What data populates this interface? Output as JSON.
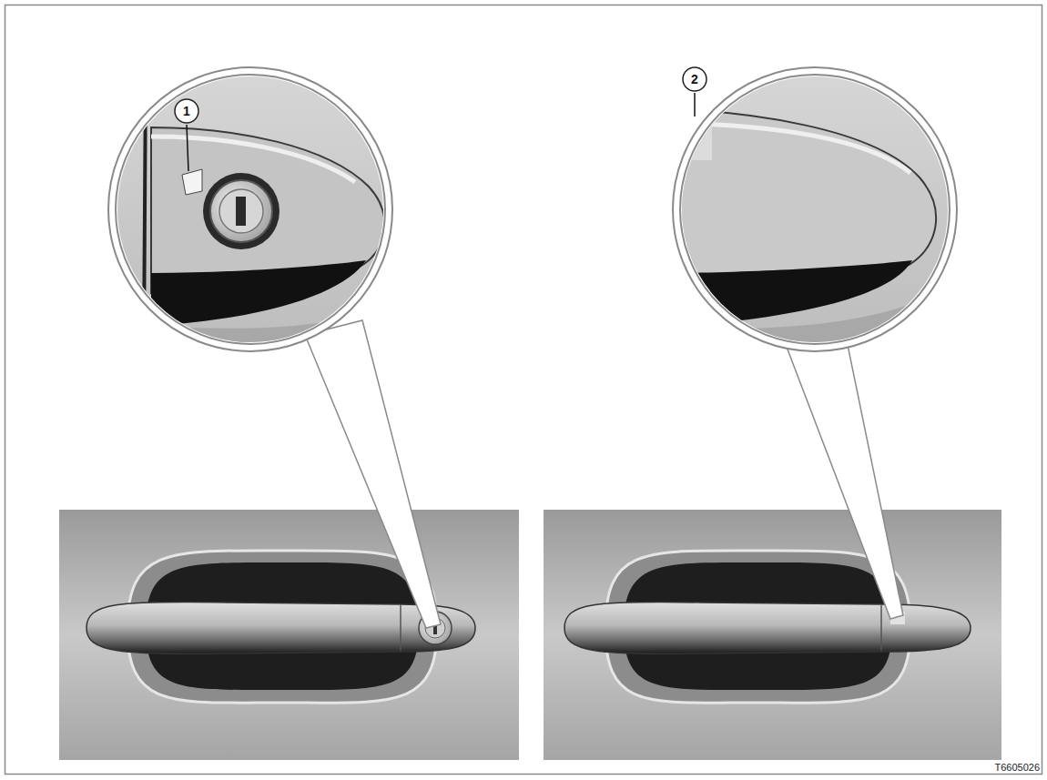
{
  "diagram": {
    "labels": [
      "1",
      "2",
      "T6605026"
    ]
  }
}
